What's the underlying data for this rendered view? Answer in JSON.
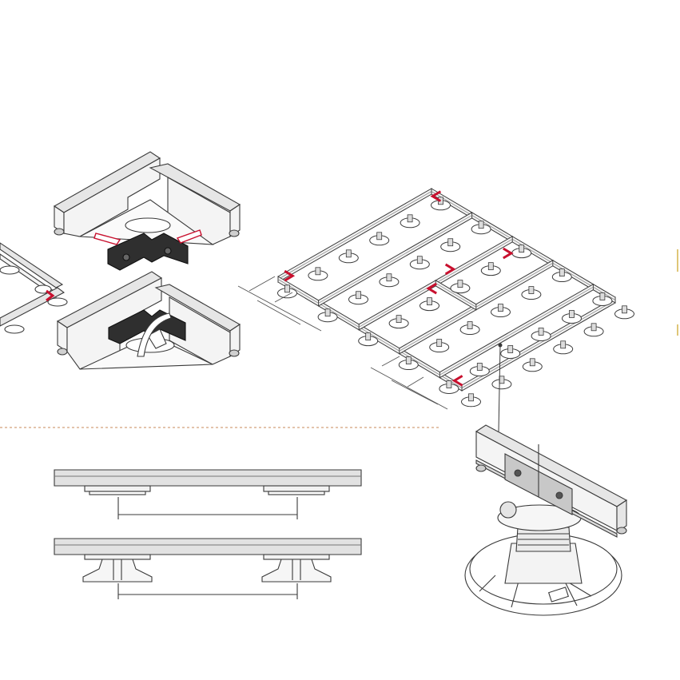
{
  "colors": {
    "line": "#3a3a3a",
    "light_line": "#8a8a8a",
    "rail_fill": "#f4f4f4",
    "rail_top": "#e6e6e6",
    "clip_fill": "#2f2f2f",
    "accent_red": "#c8102e",
    "divider": "#c98a5a",
    "plate": "#c8c8c8"
  },
  "icons": {
    "corner_clip": "black-corner-connector",
    "arrow": "red-insertion-arrow",
    "pedestal": "adjustable-pedestal",
    "marker": "red-corner-marker"
  }
}
